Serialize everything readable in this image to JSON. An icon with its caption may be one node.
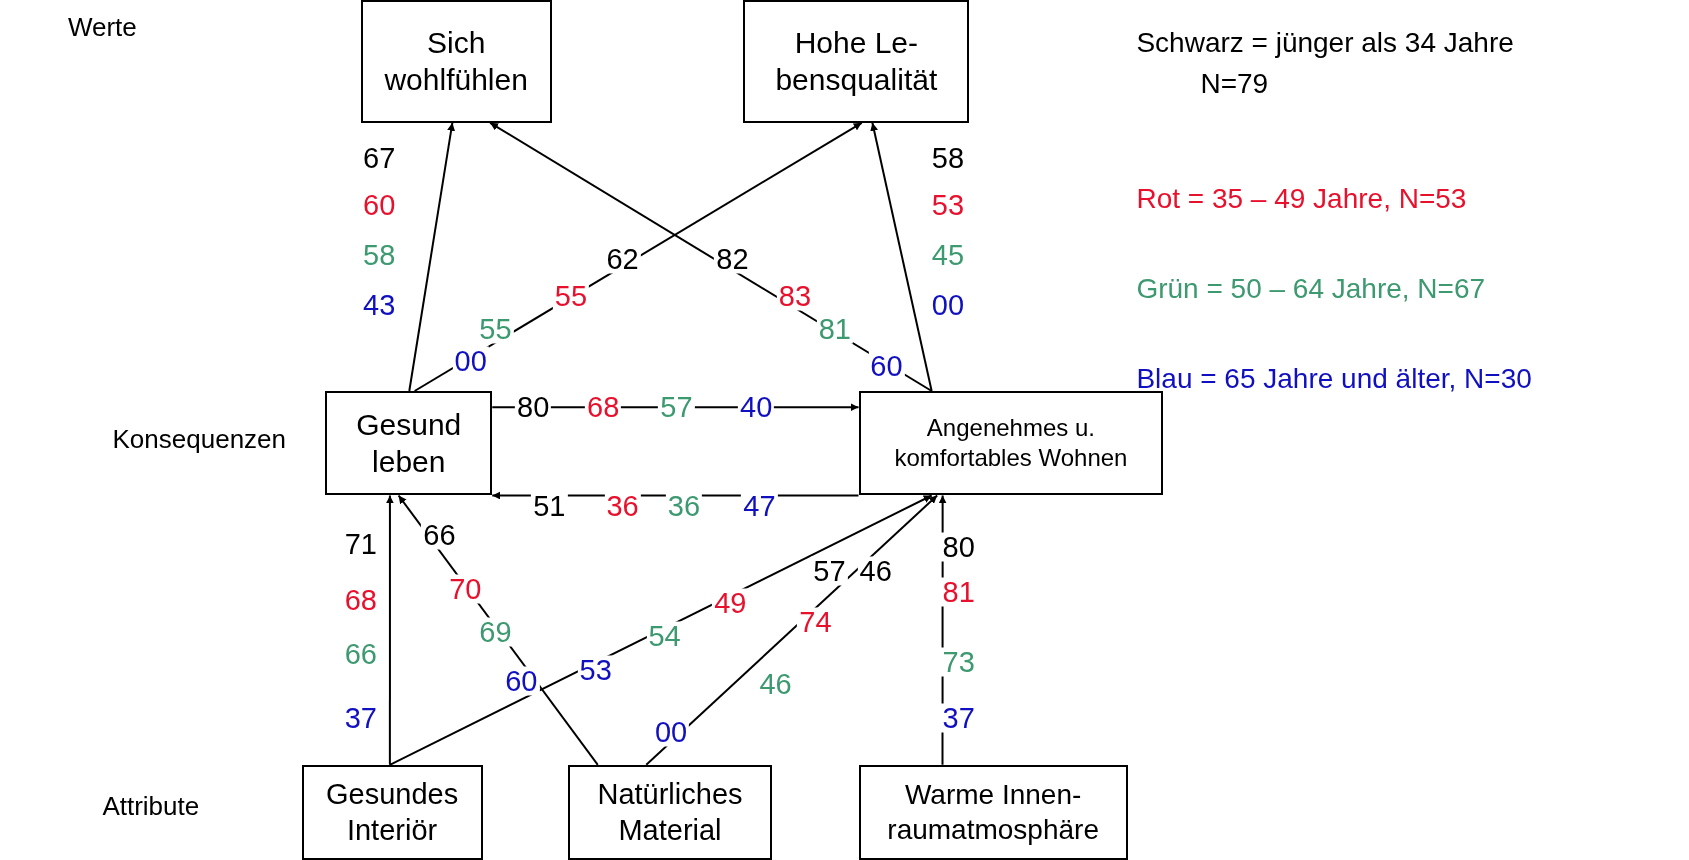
{
  "diagram": {
    "nodes": [
      {
        "text": [
          "Sich wohlfühlen"
        ]
      },
      {
        "text": [
          "Hohe Le- bensqualität"
        ]
      },
      {
        "text": [
          "Gesund leben"
        ]
      },
      {
        "text": [
          "Angenehmes u. komfortables Wohnen"
        ]
      },
      {
        "text": [
          "Gesundes Interiör"
        ]
      },
      {
        "text": [
          "Natürliches Material"
        ]
      },
      {
        "text": [
          "Warme Innen- raumatmosphäre"
        ]
      }
    ],
    "edges": [
      {
        "from": 2,
        "to": 0,
        "arrow": "to"
      },
      {
        "from": 2,
        "to": 1,
        "arrow": "to"
      },
      {
        "from": 3,
        "to": 0,
        "arrow": "to"
      },
      {
        "from": 3,
        "to": 1,
        "arrow": "to"
      },
      {
        "from": 2,
        "to": 3,
        "arrow": "to"
      },
      {
        "from": 3,
        "to": 2,
        "arrow": "to"
      },
      {
        "from": 4,
        "to": 2,
        "arrow": "to"
      },
      {
        "from": 5,
        "to": 2,
        "arrow": "to"
      },
      {
        "from": 4,
        "to": 3,
        "arrow": "to"
      },
      {
        "from": 5,
        "to": 3,
        "arrow": "to"
      },
      {
        "from": 6,
        "to": 3,
        "arrow": "to"
      }
    ],
    "labels": [
      "Werte",
      "Konsequenzen",
      "Attribute",
      "67",
      "60",
      "58",
      "43",
      "62",
      "55",
      "55",
      "00",
      "82",
      "83",
      "81",
      "60",
      "58",
      "53",
      "45",
      "00",
      "80",
      "68",
      "57",
      "40",
      "51",
      "36",
      "36",
      "47",
      "71",
      "68",
      "66",
      "37",
      "66",
      "70",
      "69",
      "60",
      "57",
      "49",
      "54",
      "53",
      "46",
      "74",
      "46",
      "00",
      "80",
      "81",
      "73",
      "37"
    ],
    "legend": [
      {
        "text": "Schwarz = jünger als 34 Jahre N=79",
        "color": "#000000"
      },
      {
        "text": "Rot = 35 – 49 Jahre, N=53",
        "color": "#e8112d"
      },
      {
        "text": "Grün = 50 – 64 Jahre, N=67",
        "color": "#3d9970"
      },
      {
        "text": "Blau = 65 Jahre und älter, N=30",
        "color": "#1010c0"
      }
    ]
  }
}
